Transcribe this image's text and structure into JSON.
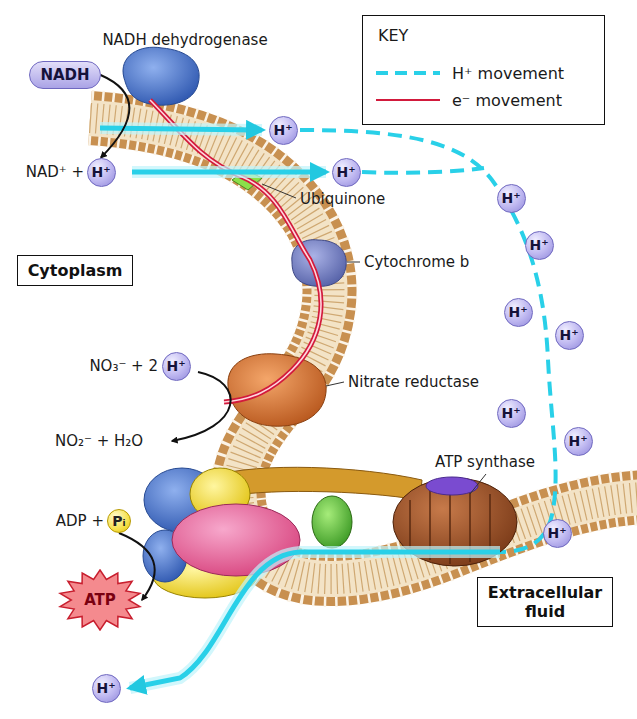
{
  "diagram": {
    "nodes": [
      {
        "text": [
          "NADH"
        ]
      },
      {
        "text": [
          "H⁺"
        ]
      },
      {
        "text": [
          "H⁺"
        ]
      },
      {
        "text": [
          "H⁺"
        ]
      },
      {
        "text": [
          "H⁺"
        ]
      },
      {
        "text": [
          "H⁺"
        ]
      },
      {
        "text": [
          "Cytoplasm"
        ]
      },
      {
        "text": [
          "H⁺"
        ]
      },
      {
        "text": [
          "H⁺"
        ]
      },
      {
        "text": [
          "H⁺"
        ]
      },
      {
        "text": [
          "H⁺"
        ]
      },
      {
        "text": [
          "H⁺"
        ]
      },
      {
        "text": [
          "Pᵢ"
        ]
      },
      {
        "text": [
          "H⁺"
        ]
      },
      {
        "text": [
          "ATP"
        ]
      },
      {
        "text": [
          "Extracellular fluid"
        ]
      },
      {
        "text": [
          "H⁺"
        ]
      }
    ],
    "edges": [
      {
        "from": 0,
        "to": 1,
        "arrow": "to"
      },
      {
        "from": 12,
        "to": 14,
        "arrow": "to"
      }
    ],
    "labels": [
      "NADH dehydrogenase",
      "NAD⁺ +",
      "Ubiquinone",
      "Cytochrome b",
      "NO₃⁻ + 2",
      "NO₂⁻ + H₂O",
      "Nitrate reductase",
      "ATP synthase",
      "ADP +",
      "KEY"
    ],
    "legend": [
      {
        "text": "H⁺ movement"
      },
      {
        "text": "e⁻ movement"
      }
    ]
  }
}
